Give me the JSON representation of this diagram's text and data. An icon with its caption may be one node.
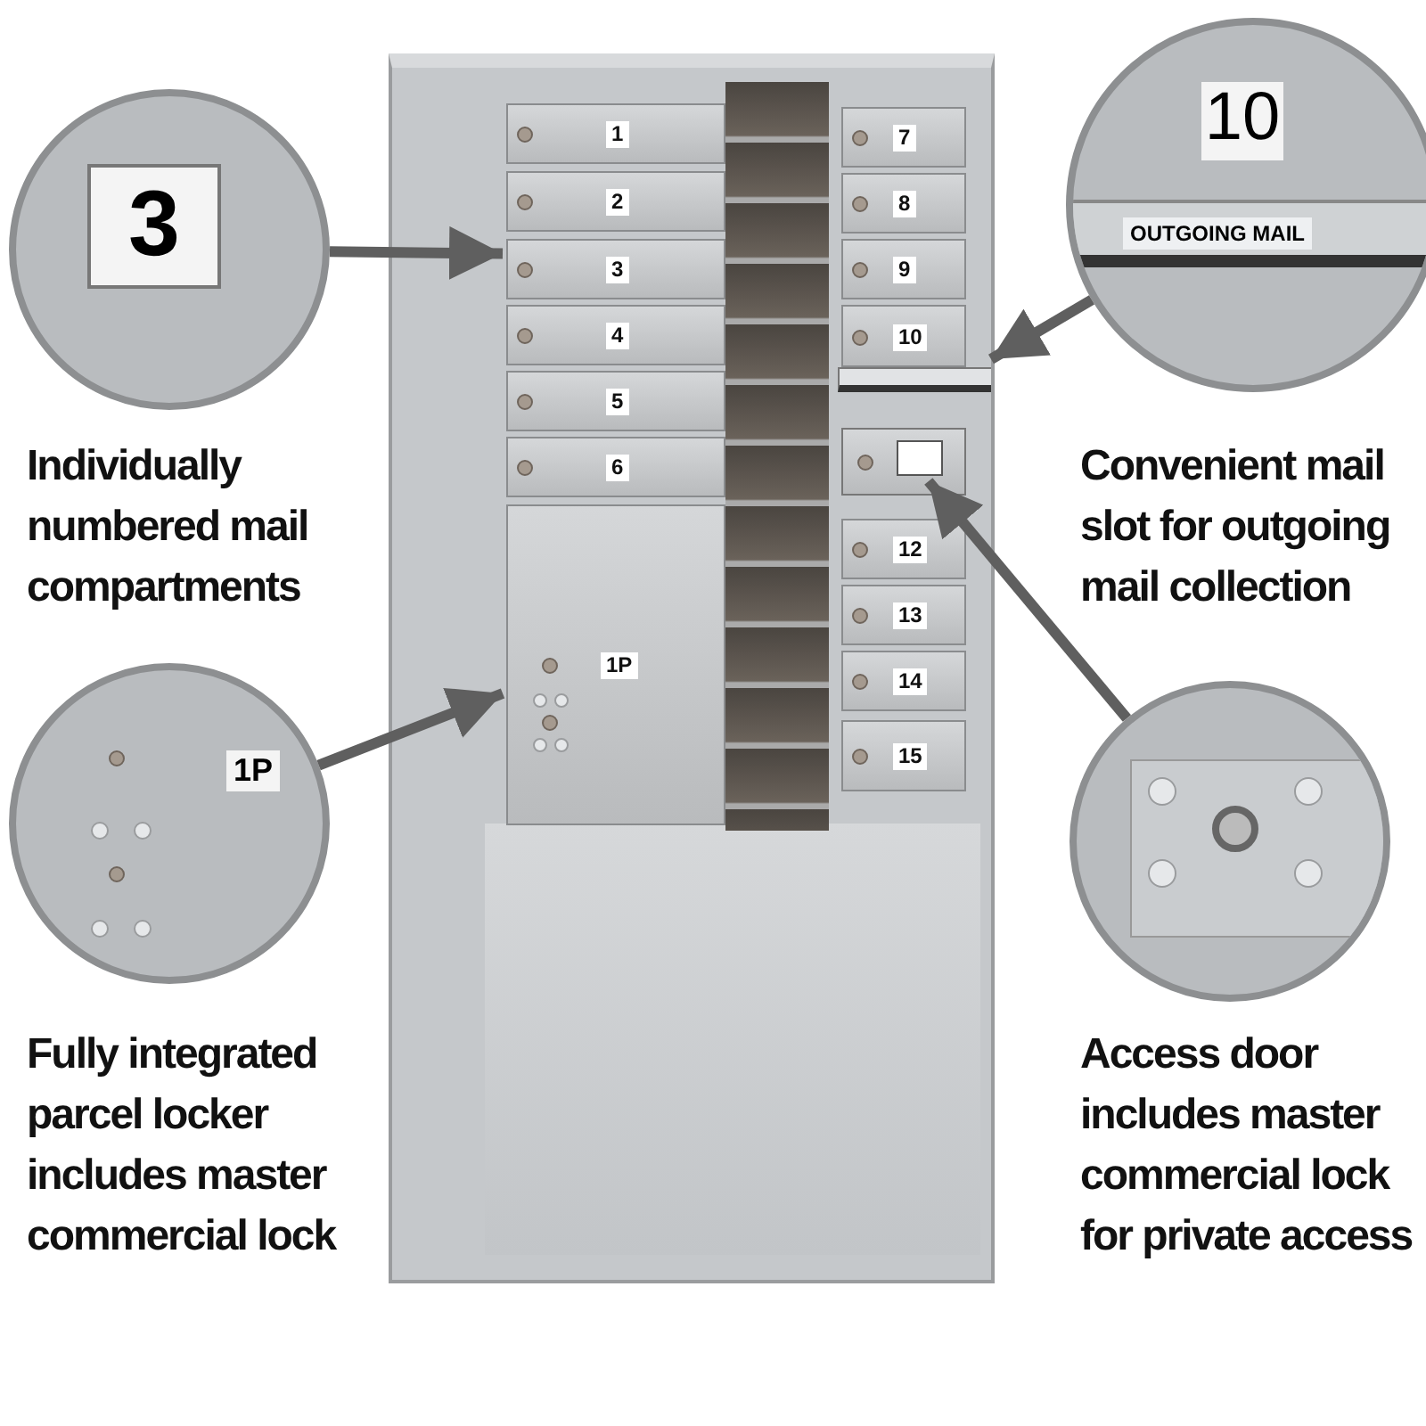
{
  "diagram": {
    "nodes": [
      {
        "text": [
          "3"
        ],
        "beside": [
          "Individually numbered mail compartments"
        ]
      },
      {
        "text": [
          "10",
          "OUTGOING MAIL"
        ],
        "beside": [
          "Convenient mail slot for outgoing mail collection"
        ]
      },
      {
        "text": [
          "1P"
        ],
        "beside": [
          "Fully integrated parcel locker includes master commercial lock"
        ]
      },
      {
        "text": [],
        "shape": "picture",
        "beside": [
          "Access door includes master commercial lock for private access"
        ]
      },
      {
        "text": [],
        "shape": "picture"
      },
      {
        "text": [
          "1"
        ],
        "in": 4
      },
      {
        "text": [
          "2"
        ],
        "in": 4
      },
      {
        "text": [
          "3"
        ],
        "in": 4
      },
      {
        "text": [
          "4"
        ],
        "in": 4
      },
      {
        "text": [
          "5"
        ],
        "in": 4
      },
      {
        "text": [
          "6"
        ],
        "in": 4
      },
      {
        "text": [
          "1P"
        ],
        "in": 4
      },
      {
        "text": [
          "7"
        ],
        "in": 4
      },
      {
        "text": [
          "8"
        ],
        "in": 4
      },
      {
        "text": [
          "9"
        ],
        "in": 4
      },
      {
        "text": [
          "10"
        ],
        "in": 4
      },
      {
        "text": [],
        "shape": "box",
        "in": 4
      },
      {
        "text": [],
        "shape": "box",
        "in": 4
      },
      {
        "text": [
          "12"
        ],
        "in": 4
      },
      {
        "text": [
          "13"
        ],
        "in": 4
      },
      {
        "text": [
          "14"
        ],
        "in": 4
      },
      {
        "text": [
          "15"
        ],
        "in": 4
      }
    ],
    "edges": [
      {
        "from": 0,
        "to": 7,
        "arrow": "to"
      },
      {
        "from": 1,
        "to": 16,
        "arrow": "to"
      },
      {
        "from": 2,
        "to": 11,
        "arrow": "to"
      },
      {
        "from": 3,
        "to": 17,
        "arrow": "to"
      }
    ]
  }
}
